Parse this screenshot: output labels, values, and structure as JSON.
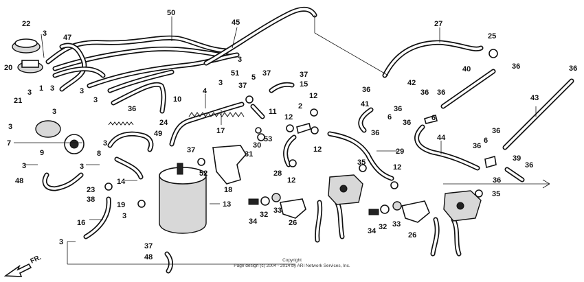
{
  "callouts": [
    {
      "id": "c22",
      "text": "22"
    },
    {
      "id": "c20",
      "text": "20"
    },
    {
      "id": "c3a",
      "text": "3"
    },
    {
      "id": "c47",
      "text": "47"
    },
    {
      "id": "c50",
      "text": "50"
    },
    {
      "id": "c45",
      "text": "45"
    },
    {
      "id": "c3b",
      "text": "3"
    },
    {
      "id": "c51",
      "text": "51"
    },
    {
      "id": "c3c",
      "text": "3"
    },
    {
      "id": "c27",
      "text": "27"
    },
    {
      "id": "c25",
      "text": "25"
    },
    {
      "id": "c40",
      "text": "40"
    },
    {
      "id": "c36a",
      "text": "36"
    },
    {
      "id": "c36b",
      "text": "36"
    },
    {
      "id": "c21",
      "text": "21"
    },
    {
      "id": "c3d",
      "text": "3"
    },
    {
      "id": "c1",
      "text": "1"
    },
    {
      "id": "c3e",
      "text": "3"
    },
    {
      "id": "c3f",
      "text": "3"
    },
    {
      "id": "c3g",
      "text": "3"
    },
    {
      "id": "c3h",
      "text": "3"
    },
    {
      "id": "c36c",
      "text": "36"
    },
    {
      "id": "c10",
      "text": "10"
    },
    {
      "id": "c4",
      "text": "4"
    },
    {
      "id": "c5",
      "text": "5"
    },
    {
      "id": "c37a",
      "text": "37"
    },
    {
      "id": "c37b",
      "text": "37"
    },
    {
      "id": "c15",
      "text": "15"
    },
    {
      "id": "c37c",
      "text": "37"
    },
    {
      "id": "c11",
      "text": "11"
    },
    {
      "id": "c12a",
      "text": "12"
    },
    {
      "id": "c2",
      "text": "2"
    },
    {
      "id": "c42",
      "text": "42"
    },
    {
      "id": "c36d",
      "text": "36"
    },
    {
      "id": "c36e",
      "text": "36"
    },
    {
      "id": "c36f",
      "text": "36"
    },
    {
      "id": "c41",
      "text": "41"
    },
    {
      "id": "c6a",
      "text": "6"
    },
    {
      "id": "c36g",
      "text": "36"
    },
    {
      "id": "c36h",
      "text": "36"
    },
    {
      "id": "c6b",
      "text": "6"
    },
    {
      "id": "c43",
      "text": "43"
    },
    {
      "id": "c3i",
      "text": "3"
    },
    {
      "id": "c7",
      "text": "7"
    },
    {
      "id": "c9",
      "text": "9"
    },
    {
      "id": "c8",
      "text": "8"
    },
    {
      "id": "c3j",
      "text": "3"
    },
    {
      "id": "c24",
      "text": "24"
    },
    {
      "id": "c49",
      "text": "49"
    },
    {
      "id": "c17",
      "text": "17"
    },
    {
      "id": "c30",
      "text": "30"
    },
    {
      "id": "c53",
      "text": "53"
    },
    {
      "id": "c12b",
      "text": "12"
    },
    {
      "id": "c12c",
      "text": "12"
    },
    {
      "id": "c36i",
      "text": "36"
    },
    {
      "id": "c29",
      "text": "29"
    },
    {
      "id": "c44",
      "text": "44"
    },
    {
      "id": "c36j",
      "text": "36"
    },
    {
      "id": "c6c",
      "text": "6"
    },
    {
      "id": "c36k",
      "text": "36"
    },
    {
      "id": "c3k",
      "text": "3"
    },
    {
      "id": "c3l",
      "text": "3"
    },
    {
      "id": "c37d",
      "text": "37"
    },
    {
      "id": "c31",
      "text": "31"
    },
    {
      "id": "c52",
      "text": "52"
    },
    {
      "id": "c28",
      "text": "28"
    },
    {
      "id": "c35a",
      "text": "35"
    },
    {
      "id": "c12d",
      "text": "12"
    },
    {
      "id": "c39",
      "text": "39"
    },
    {
      "id": "c36l",
      "text": "36"
    },
    {
      "id": "c36m",
      "text": "36"
    },
    {
      "id": "c48a",
      "text": "48"
    },
    {
      "id": "c14",
      "text": "14"
    },
    {
      "id": "c18",
      "text": "18"
    },
    {
      "id": "c12e",
      "text": "12"
    },
    {
      "id": "c23",
      "text": "23"
    },
    {
      "id": "c38",
      "text": "38"
    },
    {
      "id": "c19",
      "text": "19"
    },
    {
      "id": "c13",
      "text": "13"
    },
    {
      "id": "c3m",
      "text": "3"
    },
    {
      "id": "c34a",
      "text": "34"
    },
    {
      "id": "c32a",
      "text": "32"
    },
    {
      "id": "c33a",
      "text": "33"
    },
    {
      "id": "c26a",
      "text": "26"
    },
    {
      "id": "c35b",
      "text": "35"
    },
    {
      "id": "c16",
      "text": "16"
    },
    {
      "id": "c34b",
      "text": "34"
    },
    {
      "id": "c32b",
      "text": "32"
    },
    {
      "id": "c33b",
      "text": "33"
    },
    {
      "id": "c26b",
      "text": "26"
    },
    {
      "id": "c3n",
      "text": "3"
    },
    {
      "id": "c37e",
      "text": "37"
    },
    {
      "id": "c48b",
      "text": "48"
    }
  ],
  "footer": {
    "copyright_line1": "Copyright",
    "copyright_line2": "Page design (c) 2004 - 2014 by ARI Network Services, Inc."
  },
  "direction_label": "FR."
}
